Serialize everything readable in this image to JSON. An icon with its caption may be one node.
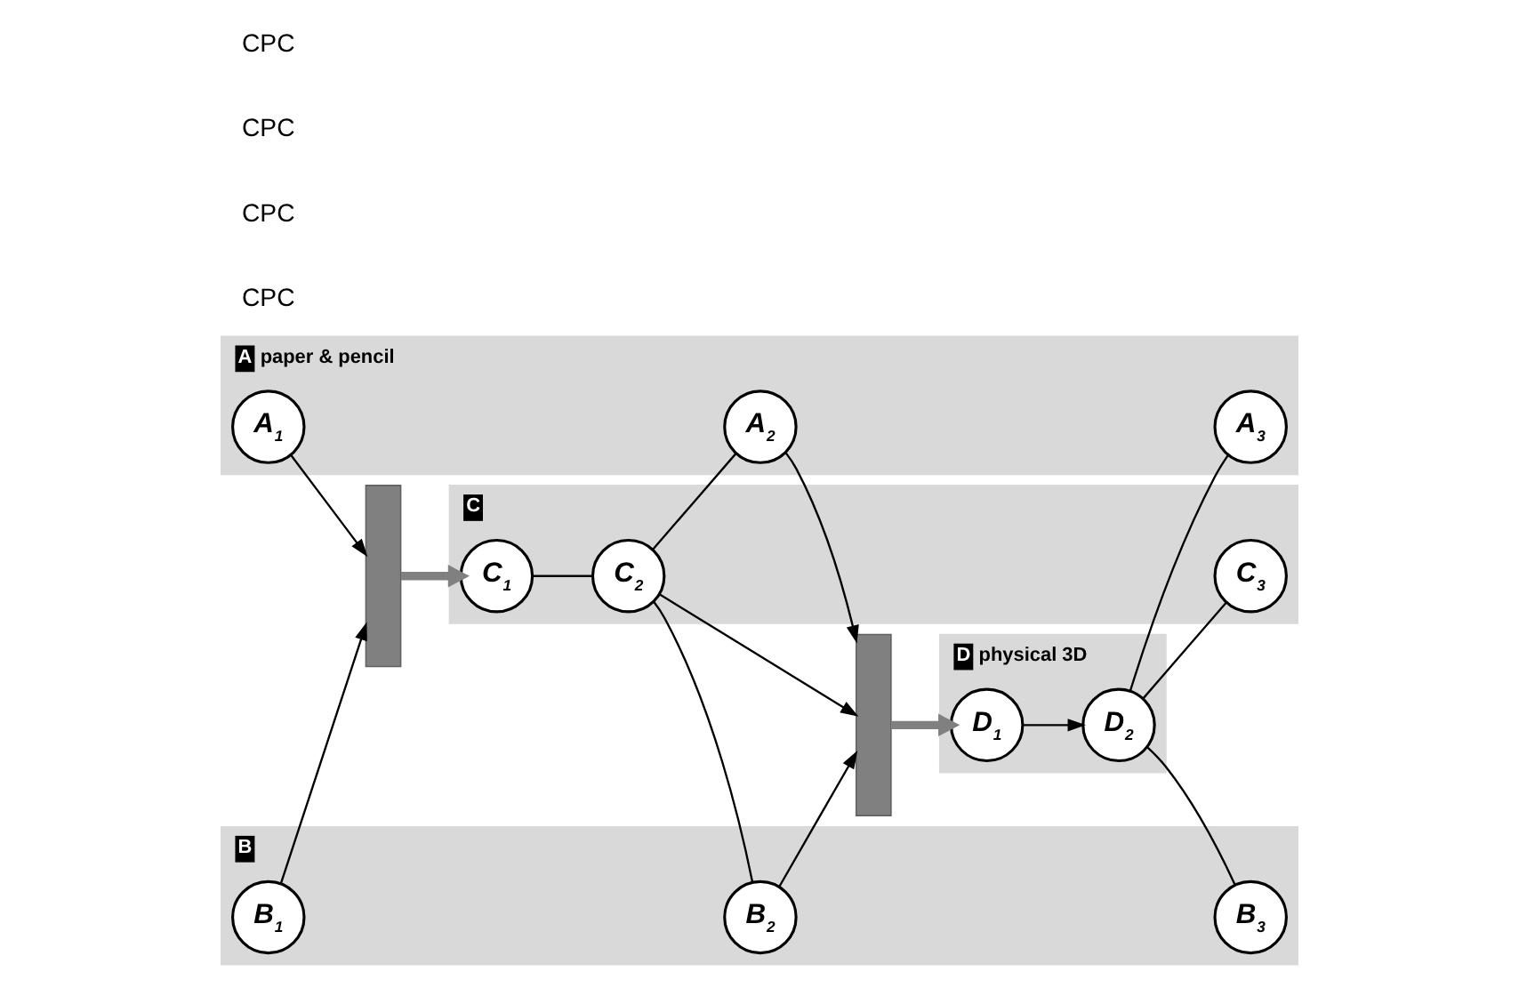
{
  "diagram": {
    "nodes": [
      {
        "text": [
          "A",
          "paper & pencil"
        ]
      },
      {
        "text": [
          "A$_{1}$"
        ],
        "in": 0
      },
      {
        "text": [],
        "shape": "bar"
      },
      {
        "text": [
          "A$_{2}$"
        ],
        "in": 0
      },
      {
        "text": [],
        "shape": "bar"
      },
      {
        "text": [
          "A$_{3}$"
        ],
        "in": 0
      },
      {
        "text": [
          "B"
        ]
      },
      {
        "text": [
          "B$_{1}$"
        ],
        "in": 6
      },
      {
        "text": [
          "B$_{2}$"
        ],
        "in": 6
      },
      {
        "text": [
          "B$_{3}$"
        ],
        "in": 6
      },
      {
        "text": [
          "C"
        ]
      },
      {
        "text": [
          "C$_{1}$"
        ],
        "in": 10
      },
      {
        "text": [
          "C$_{2}$"
        ],
        "in": 10
      },
      {
        "text": [
          "C$_{3}$"
        ],
        "in": 10
      },
      {
        "text": [
          "D",
          "physical 3D"
        ]
      },
      {
        "text": [
          "D$_{1}$"
        ],
        "in": 14
      },
      {
        "text": [
          "D$_{2}$"
        ],
        "in": 14
      }
    ],
    "edges": [
      {
        "from": 1,
        "to": 2,
        "arrow": "to"
      },
      {
        "from": 7,
        "to": 2,
        "arrow": "to"
      },
      {
        "from": 2,
        "to": 11,
        "arrow": "to",
        "style": "thick",
        "color": "#808080"
      },
      {
        "from": 11,
        "to": 12,
        "arrow": "none"
      },
      {
        "from": 12,
        "to": 3,
        "arrow": "none"
      },
      {
        "from": 12,
        "to": 8,
        "arrow": "none"
      },
      {
        "from": 3,
        "to": 4,
        "arrow": "to"
      },
      {
        "from": 8,
        "to": 4,
        "arrow": "to"
      },
      {
        "from": 12,
        "to": 4,
        "arrow": "to"
      },
      {
        "from": 4,
        "to": 15,
        "arrow": "to",
        "style": "thick",
        "color": "#808080"
      },
      {
        "from": 15,
        "to": 16,
        "arrow": "to"
      },
      {
        "from": 16,
        "to": 5,
        "arrow": "none"
      },
      {
        "from": 16,
        "to": 9,
        "arrow": "none"
      },
      {
        "from": 16,
        "to": 13,
        "arrow": "none"
      }
    ],
    "labels": [
      "CPC",
      "CPC",
      "CPC",
      "CPC"
    ]
  }
}
